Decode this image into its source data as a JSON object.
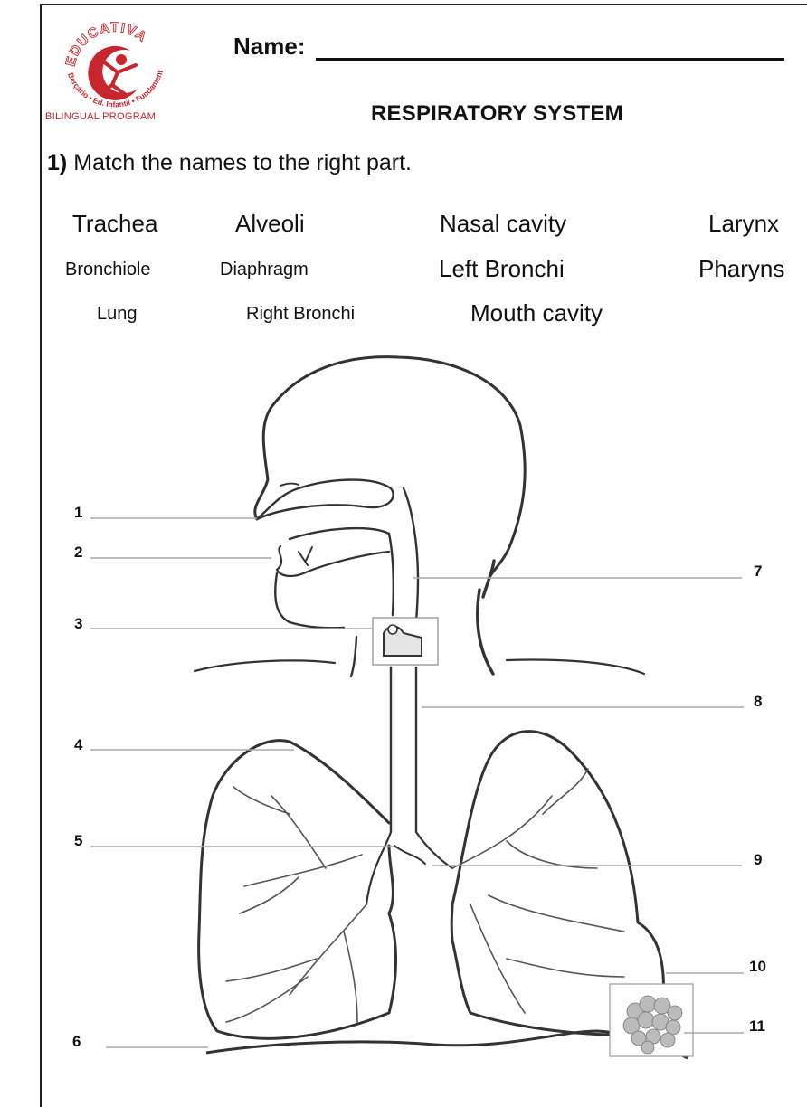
{
  "header": {
    "logo": {
      "brand": "EDUCATIVA",
      "subtitle": "Berçário • Ed. Infantil • Fundamental",
      "caption": "BILINGUAL PROGRAM",
      "brand_color": "#c8262e"
    },
    "name_label": "Name:",
    "title": "RESPIRATORY SYSTEM"
  },
  "exercise": {
    "number": "1)",
    "instruction": "Match the names to the right part."
  },
  "word_bank": [
    {
      "label": "Trachea"
    },
    {
      "label": "Alveoli"
    },
    {
      "label": "Nasal cavity"
    },
    {
      "label": "Larynx"
    },
    {
      "label": "Bronchiole"
    },
    {
      "label": "Diaphragm"
    },
    {
      "label": "Left Bronchi"
    },
    {
      "label": "Pharyns"
    },
    {
      "label": "Lung"
    },
    {
      "label": "Right Bronchi"
    },
    {
      "label": "Mouth cavity"
    }
  ],
  "diagram": {
    "labels": [
      {
        "n": "1"
      },
      {
        "n": "2"
      },
      {
        "n": "3"
      },
      {
        "n": "4"
      },
      {
        "n": "5"
      },
      {
        "n": "6"
      },
      {
        "n": "7"
      },
      {
        "n": "8"
      },
      {
        "n": "9"
      },
      {
        "n": "10"
      },
      {
        "n": "11"
      }
    ]
  }
}
